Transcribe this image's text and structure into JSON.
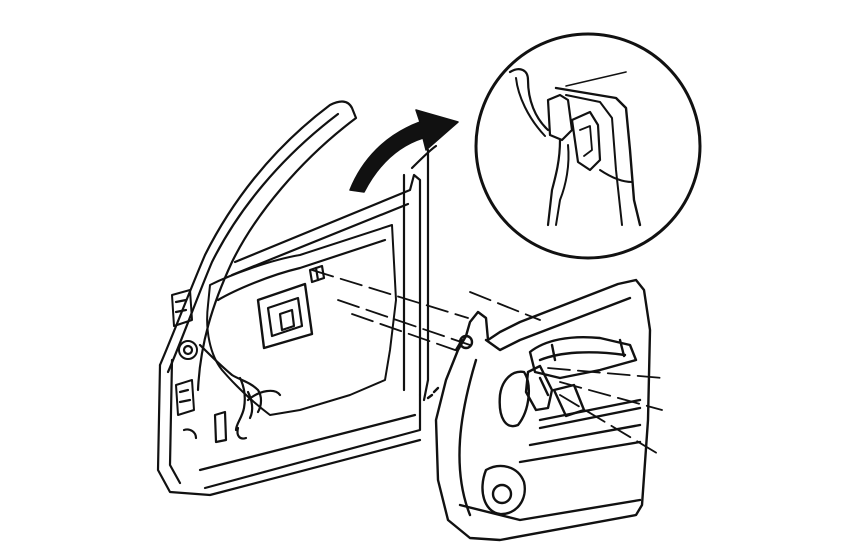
{
  "figure": {
    "background_color": "#ffffff",
    "line_color": "#111111",
    "components": [
      "front-door-frame",
      "door-inner-panel",
      "trim-panel",
      "detail-magnifier",
      "removal-arrow",
      "retainer-clip"
    ]
  }
}
